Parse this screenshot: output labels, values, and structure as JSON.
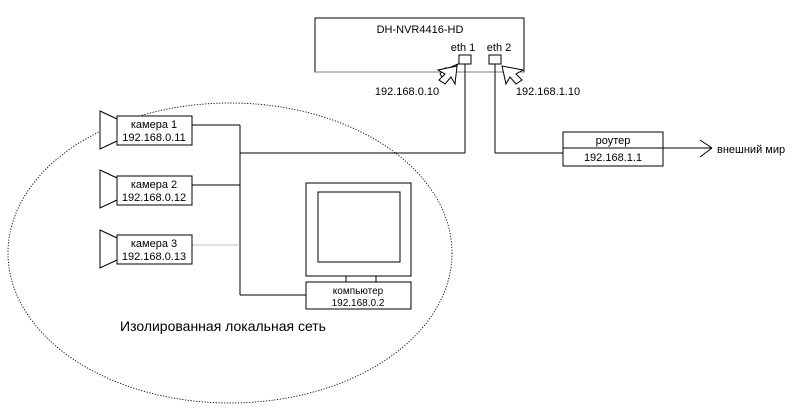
{
  "nvr": {
    "title": "DH-NVR4416-HD",
    "port1": "eth 1",
    "port2": "eth 2",
    "ip1": "192.168.0.10",
    "ip2": "192.168.1.10"
  },
  "cameras": [
    {
      "name": "камера 1",
      "ip": "192.168.0.11"
    },
    {
      "name": "камера 2",
      "ip": "192.168.0.12"
    },
    {
      "name": "камера 3",
      "ip": "192.168.0.13"
    }
  ],
  "computer": {
    "name": "компьютер",
    "ip": "192.168.0.2"
  },
  "router": {
    "name": "роутер",
    "ip": "192.168.1.1"
  },
  "internet": {
    "label": "внешний мир"
  },
  "lan": {
    "label": "Изолированная локальная сеть"
  }
}
